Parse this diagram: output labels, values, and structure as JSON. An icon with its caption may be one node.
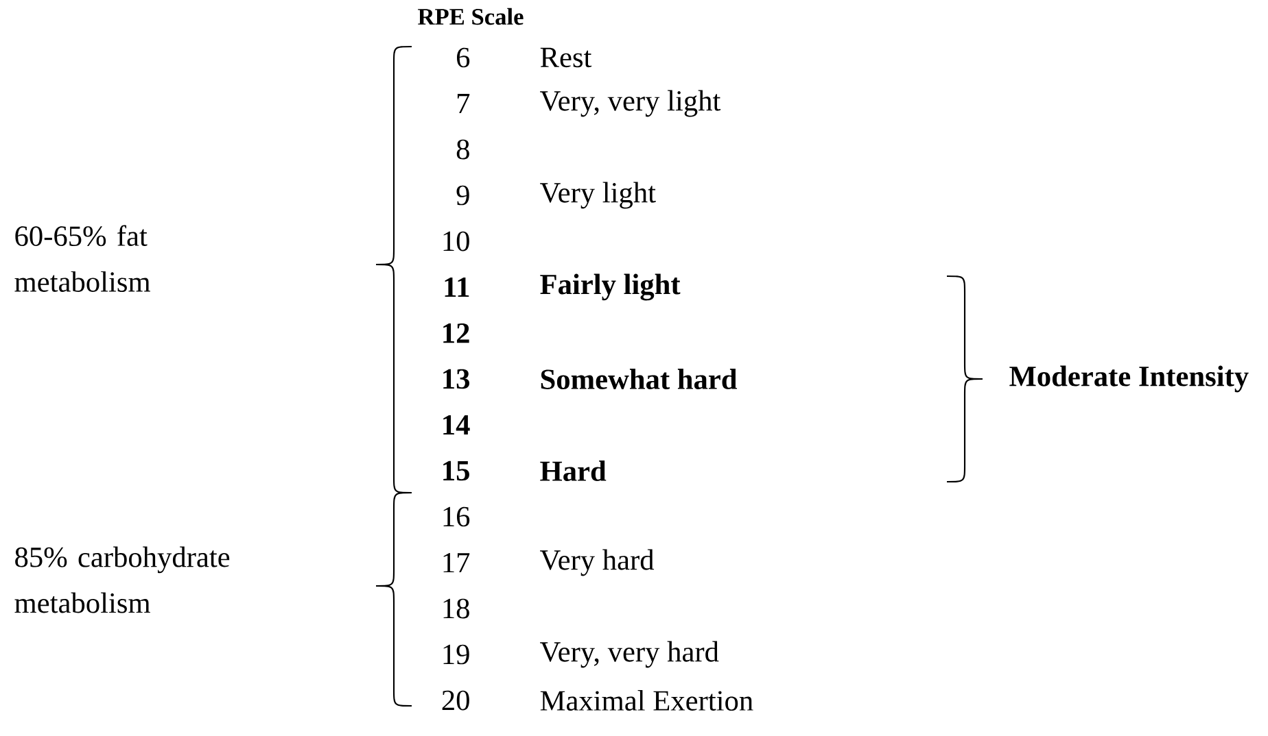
{
  "diagram": {
    "title": "RPE Scale",
    "labels": [
      "6",
      "Rest",
      "7",
      "Very, very light",
      "8",
      "9",
      "Very light",
      "60-65% fat metabolism",
      "10",
      "11",
      "Fairly light",
      "12",
      "13",
      "Somewhat hard",
      "Moderate Intensity",
      "14",
      "15",
      "Hard",
      "16",
      "85% carbohydrate metabolism",
      "17",
      "Very hard",
      "18",
      "19",
      "Very, very hard",
      "20",
      "Maximal Exertion"
    ]
  }
}
